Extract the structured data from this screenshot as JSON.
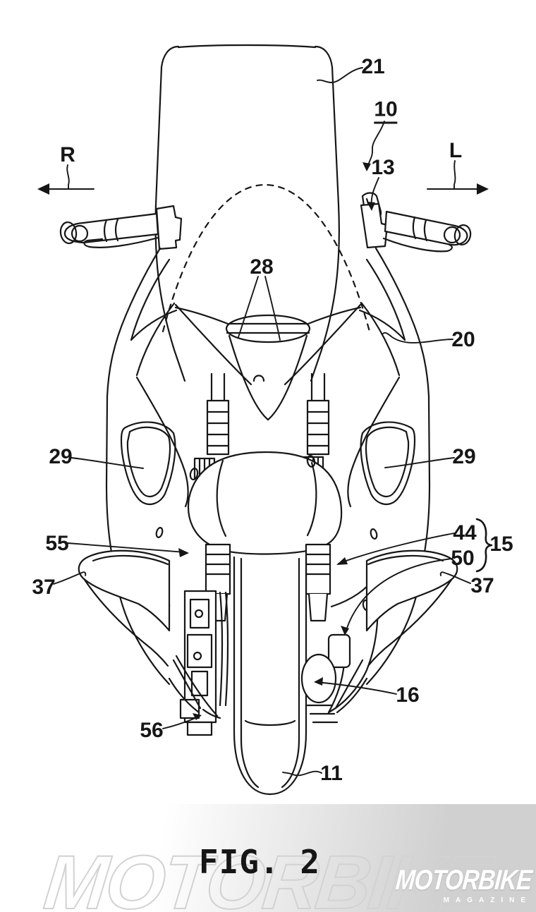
{
  "figure": {
    "caption": "FIG. 2",
    "labels": {
      "ref_21": "21",
      "ref_10": "10",
      "ref_13": "13",
      "dir_right": "R",
      "dir_left": "L",
      "ref_28": "28",
      "ref_20": "20",
      "ref_29_left": "29",
      "ref_29_right": "29",
      "ref_55": "55",
      "ref_44": "44",
      "ref_15": "15",
      "ref_50": "50",
      "ref_37_left": "37",
      "ref_37_right": "37",
      "ref_16": "16",
      "ref_56": "56",
      "ref_11": "11"
    },
    "colors": {
      "line": "#161616",
      "watermark": "#d2d2d2",
      "logo_text": "#ffffff"
    }
  },
  "watermark": {
    "background_text": "MOTORBIKE",
    "logo_title": "MOTORBIKE",
    "logo_subtitle": "MAGAZINE"
  }
}
